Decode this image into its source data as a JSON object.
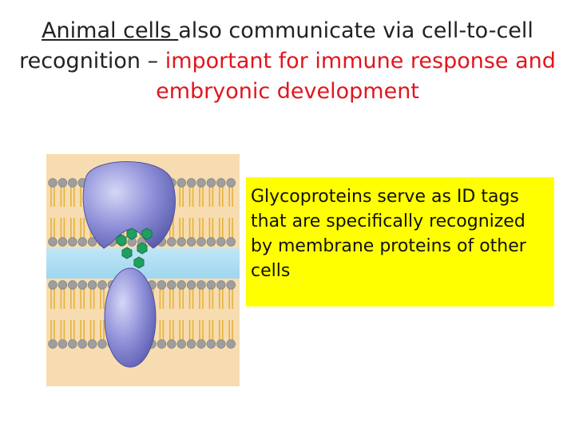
{
  "title": {
    "part1_underlined": "Animal cells ",
    "part2": "also communicate via cell-to-cell recognition – ",
    "part3_red": "important for immune response and embryonic development"
  },
  "callout": {
    "text": "Glycoproteins serve as ID tags that are specifically recognized by membrane proteins of other cells"
  },
  "colors": {
    "title_text": "#222222",
    "highlight_red": "#e0161e",
    "callout_background": "#ffff00",
    "figure_background": "#f6dcb0",
    "membrane_gap": "#a9dcf2",
    "lipid_head": "#9e9e9e",
    "lipid_tail": "#e6b23a",
    "protein": "#8e8fd8",
    "glycan": "#1f9f62"
  },
  "figure": {
    "icons": [
      "lipid-bilayer-icon",
      "membrane-protein-receptor-icon",
      "glycoprotein-icon",
      "carbohydrate-tag-icon"
    ]
  }
}
